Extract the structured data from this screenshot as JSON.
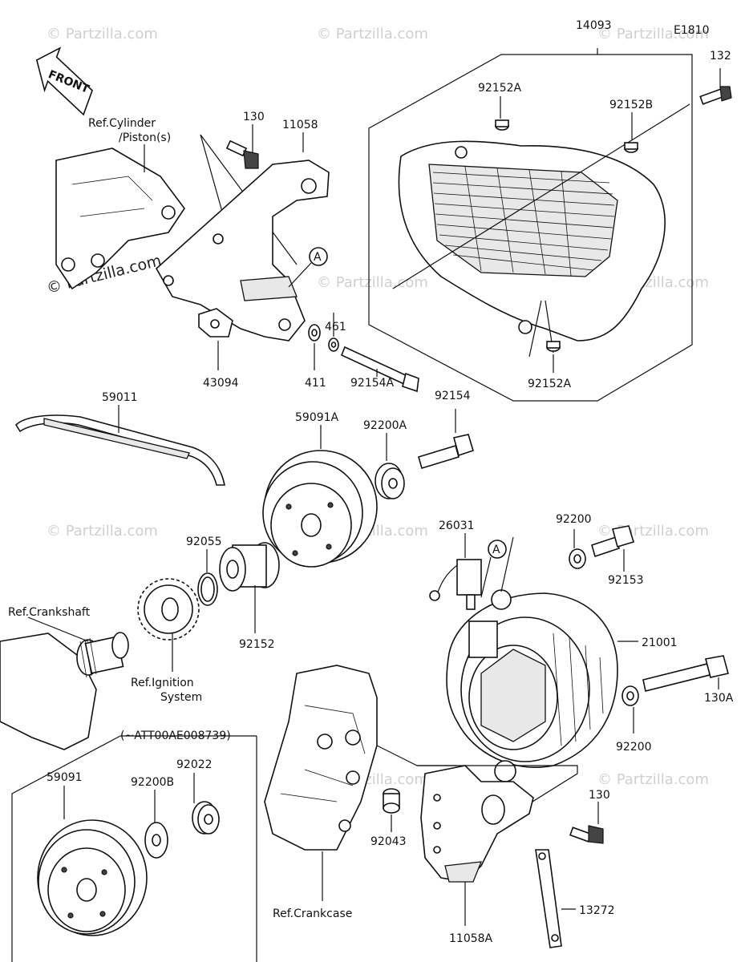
{
  "diagram_id": "E1810",
  "front_label": "FRONT",
  "callout_a": "A",
  "watermark": "© Partzilla.com",
  "watermark_inline": "© Partzilla.com",
  "refs": {
    "cylinder": "Ref.Cylinder",
    "cylinder2": "/Piston(s)",
    "crankshaft": "Ref.Crankshaft",
    "ignition": "Ref.Ignition",
    "ignition2": "System",
    "crankcase": "Ref.Crankcase"
  },
  "serial_note": "(~ATT00AE008739)",
  "parts": {
    "p14093": "14093",
    "p132": "132",
    "p92152A_top": "92152A",
    "p92152B": "92152B",
    "p92152A_bot": "92152A",
    "p130_top": "130",
    "p11058": "11058",
    "p461": "461",
    "p411": "411",
    "p43094": "43094",
    "p92154A": "92154A",
    "p92154": "92154",
    "p59011": "59011",
    "p59091A": "59091A",
    "p92200A": "92200A",
    "p26031": "26031",
    "p92200_top": "92200",
    "p92153": "92153",
    "p92055": "92055",
    "p92152": "92152",
    "p21001": "21001",
    "p130A": "130A",
    "p92200_bot": "92200",
    "p59091": "59091",
    "p92200B": "92200B",
    "p92022": "92022",
    "p92043": "92043",
    "p130_bot": "130",
    "p13272": "13272",
    "p11058A": "11058A"
  }
}
